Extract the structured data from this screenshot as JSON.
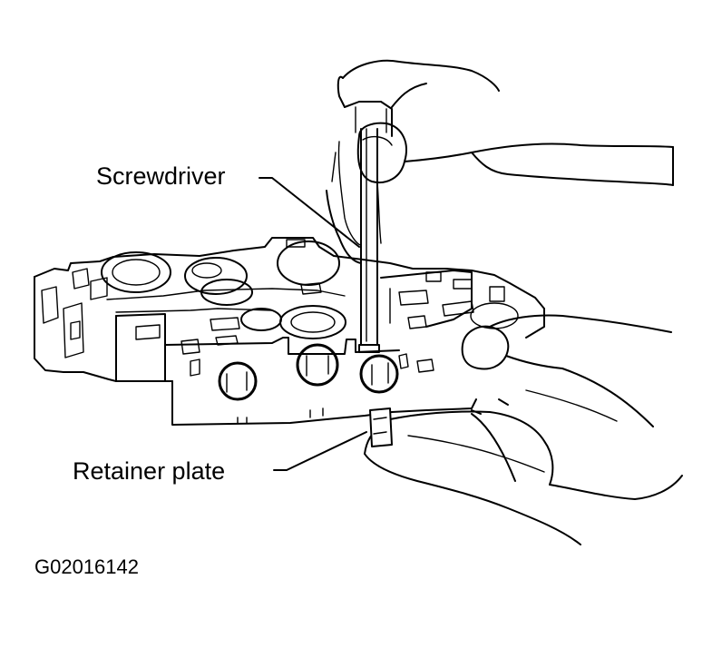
{
  "figure": {
    "labels": {
      "screwdriver": "Screwdriver",
      "retainer_plate": "Retainer plate"
    },
    "figure_id": "G02016142"
  },
  "colors": {
    "ink": "#000000",
    "background": "#ffffff"
  }
}
